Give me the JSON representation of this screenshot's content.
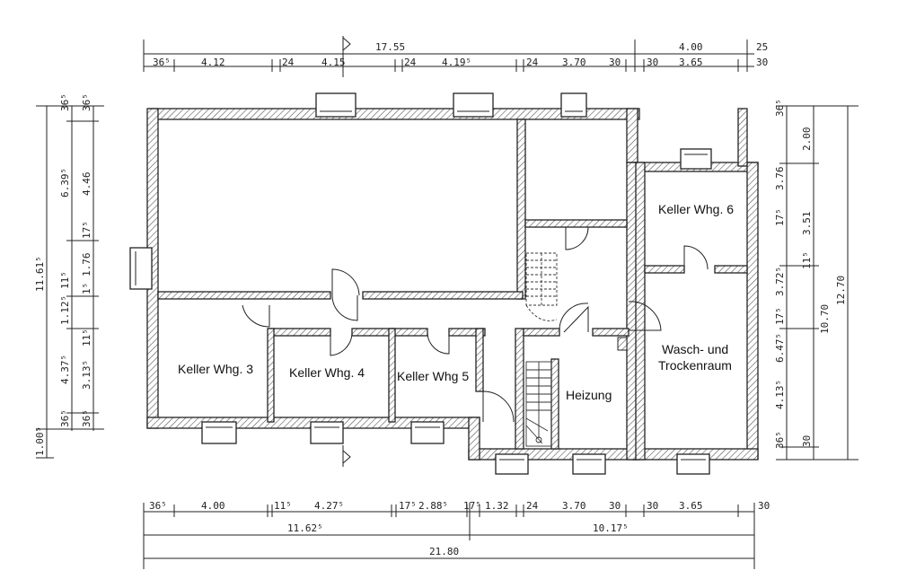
{
  "rooms": {
    "keller_3": "Keller Whg. 3",
    "keller_4": "Keller Whg. 4",
    "keller_5": "Keller Whg 5",
    "keller_6": "Keller Whg. 6",
    "heizung": "Heizung",
    "wasch_line1": "Wasch- und",
    "wasch_line2": "Trockenraum"
  },
  "top_dims": {
    "overall_left": "17.55",
    "overall_right": "4.00",
    "corner": "25",
    "seg": [
      "36⁵",
      "4.12",
      "24",
      "4.15",
      "24",
      "4.19⁵",
      "24",
      "3.70",
      "30",
      "30",
      "3.65",
      "30"
    ]
  },
  "bottom_dims": {
    "seg": [
      "36⁵",
      "4.00",
      "11⁵",
      "4.27⁵",
      "17⁵",
      "2.88⁵",
      "17⁵",
      "1.32",
      "24",
      "3.70",
      "30",
      "30",
      "3.65",
      "30"
    ],
    "mid_left": "11.62⁵",
    "mid_right": "10.17⁵",
    "overall": "21.80"
  },
  "left_dims": {
    "overall": "11.61⁵",
    "col1": [
      "36⁵",
      "6.39⁵",
      "11⁵",
      "1.12⁵",
      "4.37⁵",
      "36⁵",
      "1.00⁵"
    ],
    "col2": [
      "36⁵",
      "4.46",
      "17⁵",
      "1.76",
      "1⁵",
      "11⁵",
      "3.13⁵",
      "36⁵"
    ]
  },
  "right_dims": {
    "col1": [
      "36⁵",
      "3.76",
      "17⁵",
      "3.72⁵",
      "17⁵",
      "6.47⁵",
      "4.13⁵",
      "36⁵"
    ],
    "col2": [
      "2.00",
      "3.51",
      "11⁵",
      "10.70",
      "30"
    ],
    "overall": "12.70"
  }
}
